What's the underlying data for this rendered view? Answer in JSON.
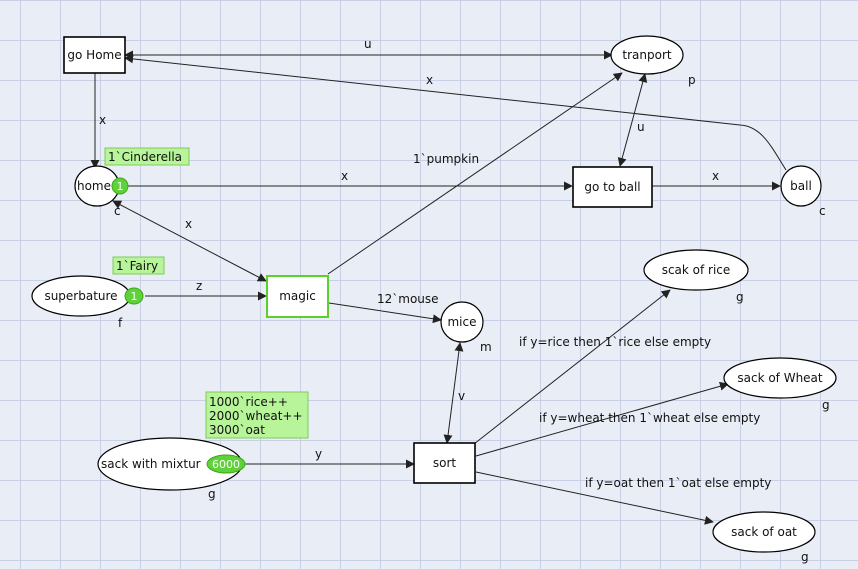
{
  "places": {
    "tranport": {
      "label": "tranport",
      "type": "p"
    },
    "home": {
      "label": "home",
      "type": "c",
      "tokens": "1",
      "marking": [
        "1`Cinderella"
      ]
    },
    "ball": {
      "label": "ball",
      "type": "c"
    },
    "superbature": {
      "label": "superbature",
      "type": "f",
      "tokens": "1",
      "marking": [
        "1`Fairy"
      ]
    },
    "mice": {
      "label": "mice",
      "type": "m"
    },
    "sack_mixture": {
      "label": "sack with mixtur",
      "type": "g",
      "tokens": "6000",
      "marking": [
        "1000`rice++",
        "2000`wheat++",
        "3000`oat"
      ]
    },
    "sack_rice": {
      "label": "scak of rice",
      "type": "g"
    },
    "sack_wheat": {
      "label": "sack of Wheat",
      "type": "g"
    },
    "sack_oat": {
      "label": "sack of oat",
      "type": "g"
    }
  },
  "transitions": {
    "go_home": {
      "label": "go Home"
    },
    "go_to_ball": {
      "label": "go to ball"
    },
    "magic": {
      "label": "magic"
    },
    "sort": {
      "label": "sort"
    }
  },
  "arcs": {
    "gohome_tranport": "u",
    "ball_gohome": "x",
    "gohome_home": "x",
    "home_gotoball": "x",
    "gotoball_ball": "x",
    "tranport_gotoball": "u",
    "magic_tranport": "1`pumpkin",
    "home_magic": "x",
    "superbature_magic": "z",
    "magic_mice": "12`mouse",
    "mice_sort": "v",
    "mixture_sort": "y",
    "sort_rice": "if y=rice then 1`rice else empty",
    "sort_wheat": "if y=wheat then 1`wheat else empty",
    "sort_oat": "if y=oat then 1`oat else empty"
  }
}
